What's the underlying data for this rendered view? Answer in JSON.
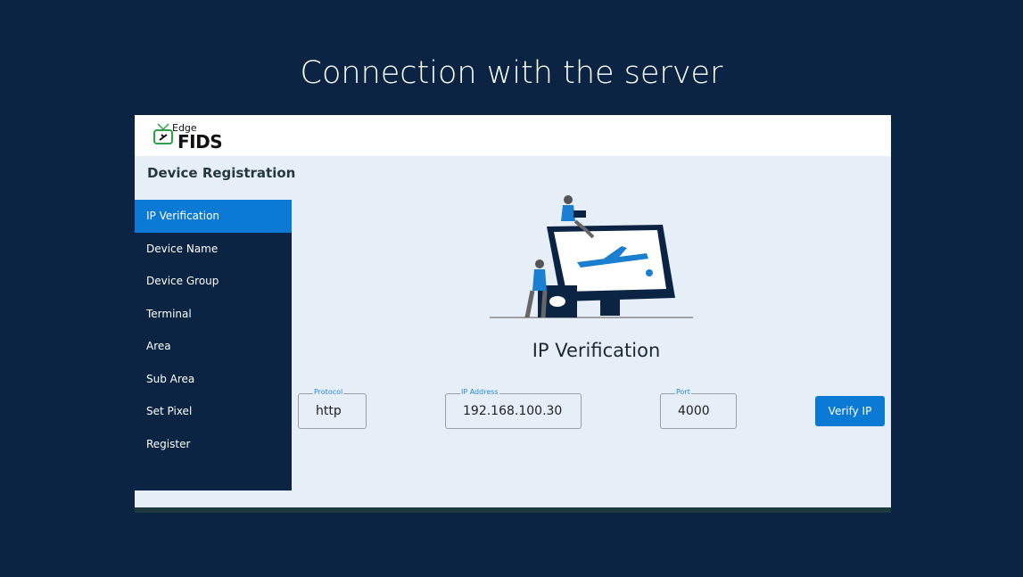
{
  "slide": {
    "title": "Connection with the server"
  },
  "logo": {
    "edge": "Edge",
    "fids": "FIDS"
  },
  "section_title": "Device Registration",
  "sidebar": {
    "items": [
      {
        "label": "IP Verification",
        "active": true
      },
      {
        "label": "Device Name"
      },
      {
        "label": "Device Group"
      },
      {
        "label": "Terminal"
      },
      {
        "label": "Area"
      },
      {
        "label": "Sub Area"
      },
      {
        "label": "Set Pixel"
      },
      {
        "label": "Register"
      }
    ]
  },
  "main": {
    "title": "IP Verification",
    "protocol": {
      "label": "Protocol",
      "value": "http"
    },
    "ip": {
      "label": "IP Address",
      "value": "192.168.100.30"
    },
    "port": {
      "label": "Port",
      "value": "4000"
    },
    "verify_label": "Verify IP"
  },
  "colors": {
    "background": "#0b2444",
    "accent": "#0a7ad4",
    "content": "#e6eef7"
  }
}
